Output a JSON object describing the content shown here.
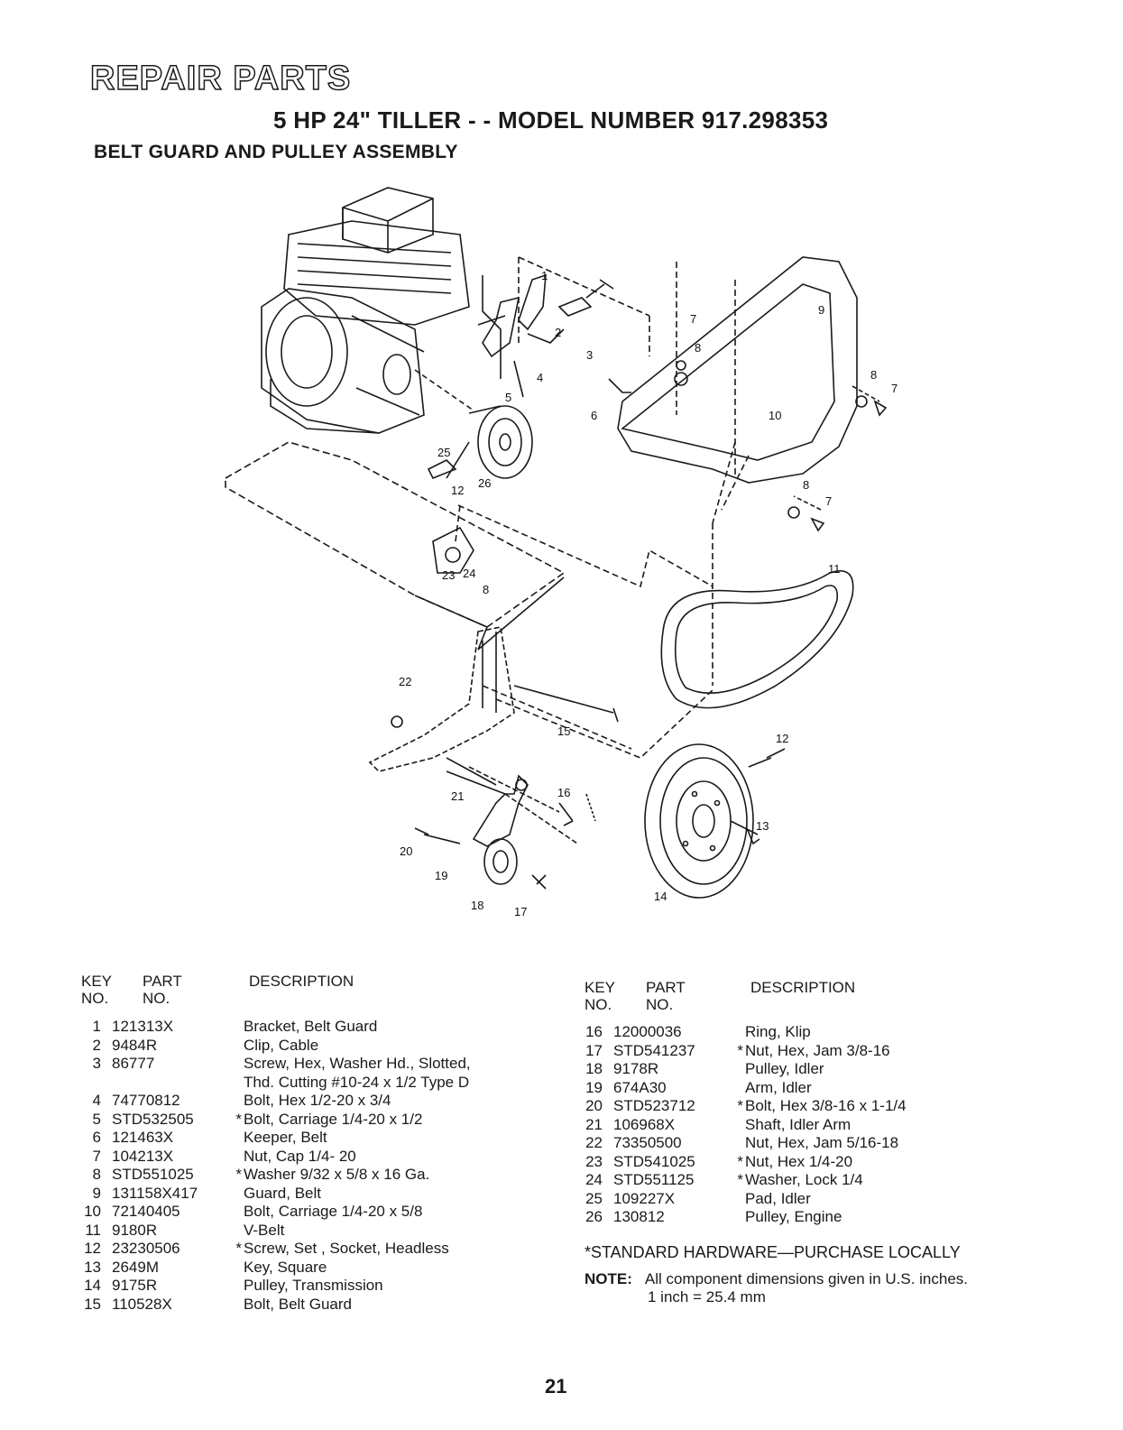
{
  "header": {
    "title": "REPAIR PARTS",
    "subtitle": "5 HP  24\" TILLER - - MODEL NUMBER 917.298353",
    "section": "BELT GUARD AND PULLEY ASSEMBLY"
  },
  "diagram": {
    "callouts": [
      "1",
      "2",
      "3",
      "4",
      "5",
      "6",
      "7",
      "8",
      "9",
      "8",
      "7",
      "10",
      "8",
      "7",
      "25",
      "26",
      "12",
      "8",
      "23",
      "24",
      "11",
      "22",
      "15",
      "12",
      "16",
      "21",
      "20",
      "19",
      "18",
      "17",
      "13",
      "14"
    ]
  },
  "table_left": {
    "headers": {
      "key_1": "KEY",
      "key_2": "NO.",
      "part_1": "PART",
      "part_2": "NO.",
      "desc": "DESCRIPTION"
    },
    "rows": [
      {
        "key": "1",
        "part": "121313X",
        "star": "",
        "desc": "Bracket, Belt Guard"
      },
      {
        "key": "2",
        "part": "9484R",
        "star": "",
        "desc": "Clip, Cable"
      },
      {
        "key": "3",
        "part": "86777",
        "star": "",
        "desc": "Screw, Hex, Washer Hd., Slotted,"
      },
      {
        "key": "",
        "part": "",
        "star": "",
        "desc": "Thd. Cutting  #10-24 x 1/2 Type D"
      },
      {
        "key": "4",
        "part": "74770812",
        "star": "",
        "desc": "Bolt, Hex  1/2-20 x 3/4"
      },
      {
        "key": "5",
        "part": "STD532505",
        "star": "*",
        "desc": "Bolt, Carriage  1/4-20 x 1/2"
      },
      {
        "key": "6",
        "part": "121463X",
        "star": "",
        "desc": "Keeper, Belt"
      },
      {
        "key": "7",
        "part": "104213X",
        "star": "",
        "desc": "Nut, Cap  1/4- 20"
      },
      {
        "key": "8",
        "part": "STD551025",
        "star": "*",
        "desc": "Washer  9/32 x 5/8 x 16 Ga."
      },
      {
        "key": "9",
        "part": "131158X417",
        "star": "",
        "desc": "Guard, Belt"
      },
      {
        "key": "10",
        "part": "72140405",
        "star": "",
        "desc": "Bolt, Carriage  1/4-20 x 5/8"
      },
      {
        "key": "11",
        "part": "9180R",
        "star": "",
        "desc": "V-Belt"
      },
      {
        "key": "12",
        "part": "23230506",
        "star": "*",
        "desc": "Screw, Set , Socket, Headless"
      },
      {
        "key": "13",
        "part": "2649M",
        "star": "",
        "desc": "Key, Square"
      },
      {
        "key": "14",
        "part": "9175R",
        "star": "",
        "desc": "Pulley, Transmission"
      },
      {
        "key": "15",
        "part": "110528X",
        "star": "",
        "desc": "Bolt, Belt Guard"
      }
    ]
  },
  "table_right": {
    "headers": {
      "key_1": "KEY",
      "key_2": "NO.",
      "part_1": "PART",
      "part_2": "NO.",
      "desc": "DESCRIPTION"
    },
    "rows": [
      {
        "key": "16",
        "part": "12000036",
        "star": "",
        "desc": "Ring, Klip"
      },
      {
        "key": "17",
        "part": "STD541237",
        "star": "*",
        "desc": "Nut, Hex, Jam  3/8-16"
      },
      {
        "key": "18",
        "part": "9178R",
        "star": "",
        "desc": "Pulley, Idler"
      },
      {
        "key": "19",
        "part": "674A30",
        "star": "",
        "desc": "Arm, Idler"
      },
      {
        "key": "20",
        "part": "STD523712",
        "star": "*",
        "desc": "Bolt, Hex   3/8-16 x  1-1/4"
      },
      {
        "key": "21",
        "part": "106968X",
        "star": "",
        "desc": "Shaft, Idler Arm"
      },
      {
        "key": "22",
        "part": "73350500",
        "star": "",
        "desc": "Nut, Hex, Jam  5/16-18"
      },
      {
        "key": "23",
        "part": "STD541025",
        "star": "*",
        "desc": "Nut, Hex  1/4-20"
      },
      {
        "key": "24",
        "part": "STD551125",
        "star": "*",
        "desc": "Washer, Lock  1/4"
      },
      {
        "key": "25",
        "part": "109227X",
        "star": "",
        "desc": "Pad, Idler"
      },
      {
        "key": "26",
        "part": "130812",
        "star": "",
        "desc": "Pulley, Engine"
      }
    ]
  },
  "footer": {
    "standard_hardware": "*STANDARD HARDWARE—PURCHASE LOCALLY",
    "note_label": "NOTE:",
    "note_line1": "All component dimensions given in U.S. inches.",
    "note_line2": "1 inch = 25.4 mm",
    "page_number": "21"
  }
}
